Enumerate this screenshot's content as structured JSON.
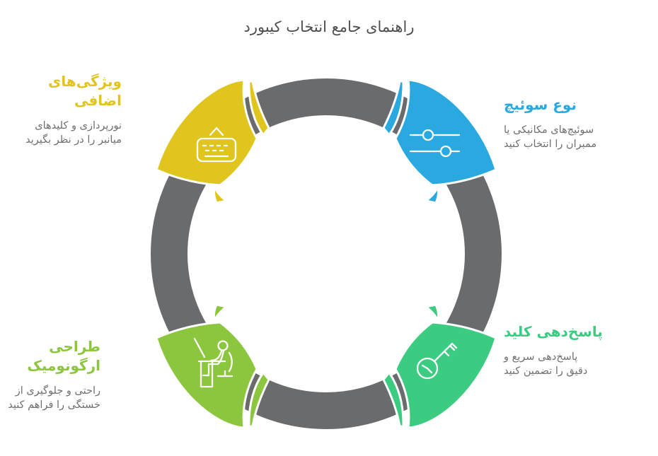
{
  "title": "راهنمای جامع انتخاب کیبورد",
  "colors": {
    "background": "#FFFFFF",
    "ring": "#6A6B6D",
    "title_text": "#4D4E50",
    "body_text": "#6F7072"
  },
  "sections": [
    {
      "id": "extra-features",
      "position": "top-left",
      "color": "#E0C51F",
      "icon": "keyboard-icon",
      "title_lines": [
        "ویژگی‌های",
        "اضافی"
      ],
      "desc_lines": [
        "نورپردازی و کلیدهای",
        "میانبر را در نظر بگیرید"
      ]
    },
    {
      "id": "switch-type",
      "position": "top-right",
      "color": "#29A9E0",
      "icon": "sliders-icon",
      "title_lines": [
        "نوع سوئیچ"
      ],
      "desc_lines": [
        "سوئیچ‌های مکانیکی یا",
        "ممبران را انتخاب کنید"
      ]
    },
    {
      "id": "key-response",
      "position": "bottom-right",
      "color": "#3BCB81",
      "icon": "key-clock-icon",
      "title_lines": [
        "پاسخ‌دهی کلید"
      ],
      "desc_lines": [
        "پاسخ‌دهی سریع و",
        "دقیق را تضمین کنید"
      ]
    },
    {
      "id": "ergonomic-design",
      "position": "bottom-left",
      "color": "#8CC63F",
      "icon": "ergonomics-person-icon",
      "title_lines": [
        "طراحی",
        "ارگونومیک"
      ],
      "desc_lines": [
        "راحتی و جلوگیری از",
        "خستگی را فراهم کنید"
      ]
    }
  ]
}
